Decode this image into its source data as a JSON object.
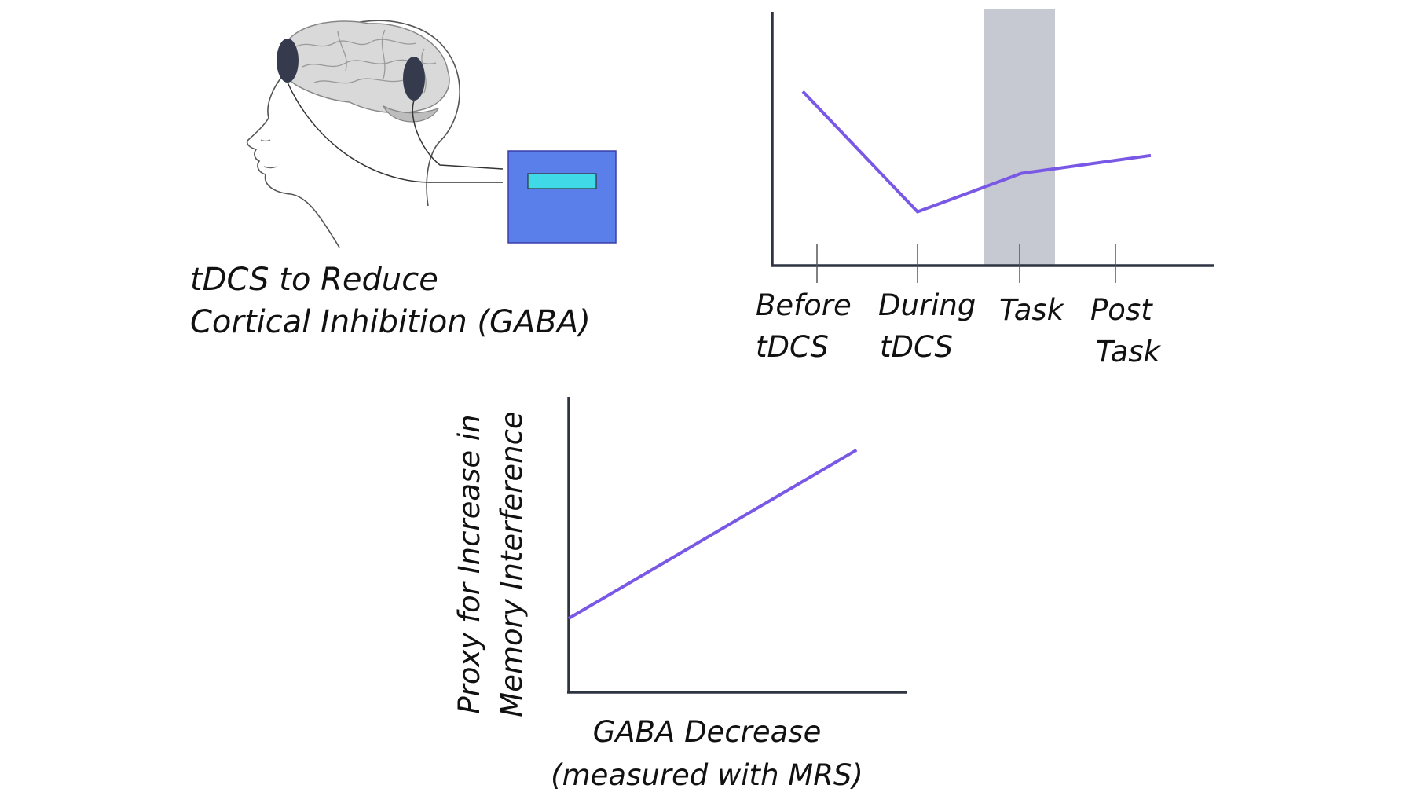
{
  "head_panel": {
    "caption_line1": "tDCS to Reduce",
    "caption_line2": "Cortical Inhibition (GABA)",
    "device_color": "#5b7fea",
    "device_display_color": "#3fd9e8",
    "electrode_color": "#353b4c"
  },
  "timeline_chart": {
    "chart_data": {
      "type": "line",
      "categories": [
        "Before tDCS",
        "During tDCS",
        "Task",
        "Post Task"
      ],
      "series": [
        {
          "values": [
            0.68,
            0.21,
            0.36,
            0.43
          ]
        }
      ],
      "highlight_band_category": "Task",
      "line_color": "#7a58e6",
      "band_color": "#c6c9d1"
    },
    "tick_labels": [
      {
        "line1": "Before",
        "line2": "tDCS"
      },
      {
        "line1": "During",
        "line2": "tDCS"
      },
      {
        "line1": "Task",
        "line2": ""
      },
      {
        "line1": "Post",
        "line2": "Task"
      }
    ]
  },
  "correlation_chart": {
    "chart_data": {
      "type": "line",
      "xlabel": "GABA Decrease (measured with MRS)",
      "ylabel": "Proxy for Increase in Memory Interference",
      "series": [
        {
          "points": [
            [
              0,
              0.25
            ],
            [
              0.85,
              0.82
            ]
          ]
        }
      ],
      "line_color": "#7a58e6"
    },
    "xlabel_line1": "GABA Decrease",
    "xlabel_line2": "(measured with MRS)",
    "ylabel_line1": "Proxy for Increase in",
    "ylabel_line2": "Memory Interference"
  }
}
